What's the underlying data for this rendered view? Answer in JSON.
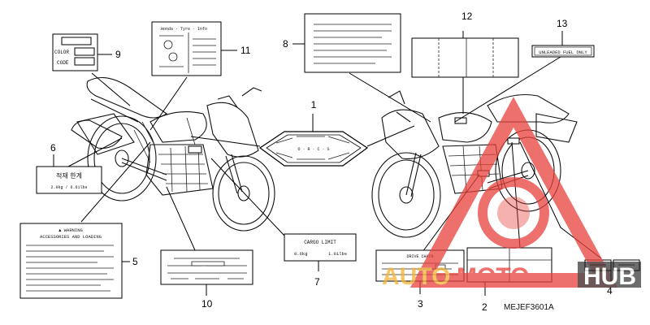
{
  "labels": {
    "l1": "1",
    "l2": "2",
    "l3": "3",
    "l4": "4",
    "l5": "5",
    "l6": "6",
    "l7": "7",
    "l8": "8",
    "l9": "9",
    "l10": "10",
    "l11": "11",
    "l12": "12",
    "l13": "13"
  },
  "label9": {
    "color": "COLOR",
    "code": "CODE"
  },
  "label11": {
    "title": "Honda · Tyre · Info"
  },
  "label13": {
    "text": "UNLEADED FUEL ONLY"
  },
  "label6": {
    "title": "적재 한계",
    "values": "2.0kg  /  6.61lbs"
  },
  "label5": {
    "title": "▲ WARNING",
    "subtitle": "ACCESSORIES AND LOADING"
  },
  "label7": {
    "title": "CARGO LIMIT",
    "left": "0.6kg",
    "right": "1.61lbs"
  },
  "label3": {
    "title": "DRIVE CHAIN"
  },
  "label1": {
    "center": "O · R · C · S"
  },
  "part_code": "MEJEF3601A",
  "watermark": {
    "part1": "AUTO",
    "part2": "MOTO",
    "part3": "HUB",
    "color": "#e8413b"
  }
}
